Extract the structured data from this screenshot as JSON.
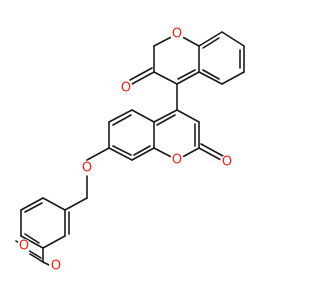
{
  "molecule": {
    "atoms": [
      {
        "id": "o1",
        "label": "O",
        "color": "#e8231a"
      },
      {
        "id": "o2",
        "label": "O",
        "color": "#e8231a"
      },
      {
        "id": "o3",
        "label": "O",
        "color": "#e8231a"
      },
      {
        "id": "o4",
        "label": "O",
        "color": "#e8231a"
      },
      {
        "id": "o5",
        "label": "O",
        "color": "#e8231a"
      },
      {
        "id": "o6",
        "label": "O",
        "color": "#e8231a"
      },
      {
        "id": "o7",
        "label": "O",
        "color": "#e8231a"
      }
    ],
    "bond_color": "#1a1a1a"
  }
}
